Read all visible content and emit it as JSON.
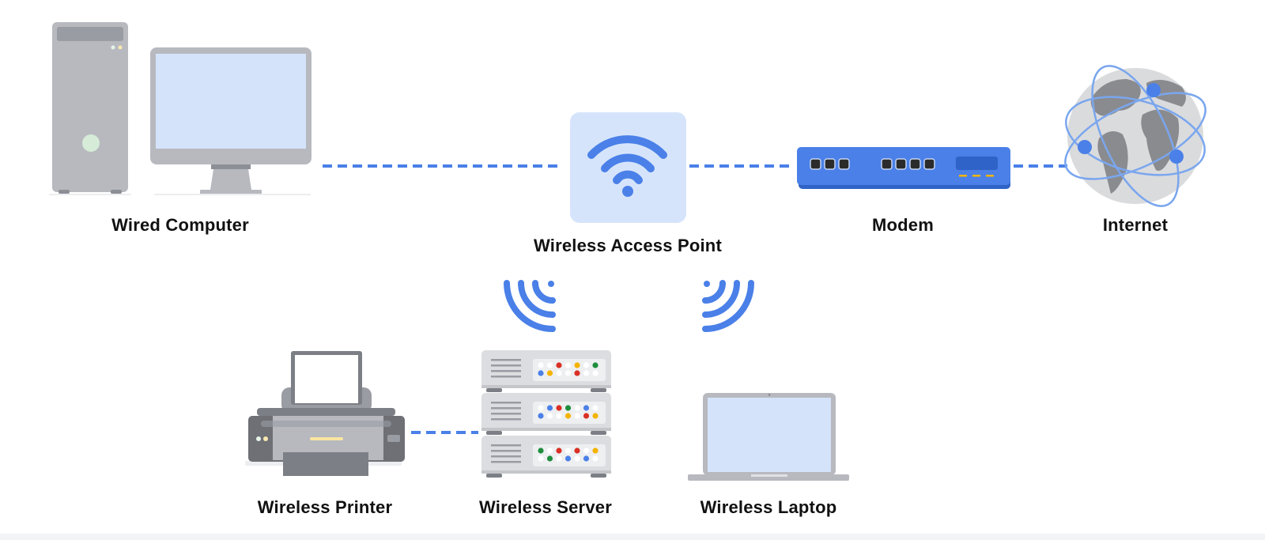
{
  "title": "Wireless network diagram",
  "colors": {
    "accent_blue": "#4a80e8",
    "device_gray": "#b7b9bf",
    "dark_gray": "#7d7f86",
    "screen_blue": "#d4e3fa",
    "ap_bg": "#d6e4fb",
    "modem_blue": "#4a80e8",
    "modem_dark": "#2f63c7",
    "server_led_red": "#d93025",
    "server_led_yellow": "#f4b400",
    "server_led_green": "#1e8e3e",
    "server_led_blue": "#4a80e8"
  },
  "nodes": [
    {
      "id": "wired-computer",
      "label": "Wired Computer",
      "icon": "desktop-computer-icon"
    },
    {
      "id": "wireless-access-point",
      "label": "Wireless Access Point",
      "icon": "wifi-icon"
    },
    {
      "id": "modem",
      "label": "Modem",
      "icon": "modem-icon"
    },
    {
      "id": "internet",
      "label": "Internet",
      "icon": "globe-icon"
    },
    {
      "id": "wireless-printer",
      "label": "Wireless Printer",
      "icon": "printer-icon"
    },
    {
      "id": "wireless-server",
      "label": "Wireless Server",
      "icon": "server-icon"
    },
    {
      "id": "wireless-laptop",
      "label": "Wireless Laptop",
      "icon": "laptop-icon"
    }
  ],
  "connections": [
    {
      "from": "wired-computer",
      "to": "wireless-access-point",
      "type": "wired"
    },
    {
      "from": "wireless-access-point",
      "to": "modem",
      "type": "wired"
    },
    {
      "from": "modem",
      "to": "internet",
      "type": "wired"
    },
    {
      "from": "wireless-printer",
      "to": "wireless-server",
      "type": "wired"
    },
    {
      "from": "wireless-access-point",
      "to": "wireless-server",
      "type": "wireless"
    },
    {
      "from": "wireless-access-point",
      "to": "wireless-laptop",
      "type": "wireless"
    }
  ],
  "server_leds": [
    [
      [
        "w",
        "w",
        "r",
        "w",
        "y",
        "w",
        "g"
      ],
      [
        "b",
        "y",
        "w",
        "w",
        "r",
        "w",
        "w"
      ]
    ],
    [
      [
        "w",
        "b",
        "r",
        "g",
        "w",
        "b",
        "w"
      ],
      [
        "b",
        "w",
        "w",
        "y",
        "w",
        "r",
        "y"
      ]
    ],
    [
      [
        "g",
        "w",
        "r",
        "w",
        "r",
        "w",
        "y"
      ],
      [
        "w",
        "g",
        "w",
        "b",
        "w",
        "b",
        "w"
      ]
    ]
  ]
}
